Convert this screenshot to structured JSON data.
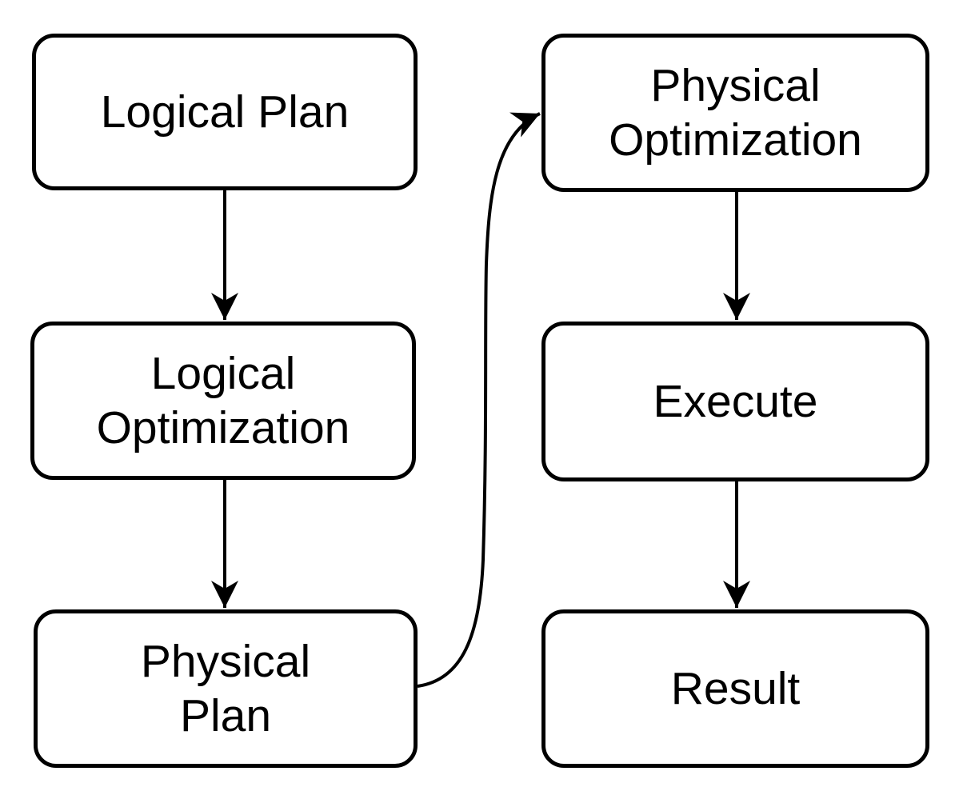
{
  "diagram": {
    "type": "flowchart",
    "background": "#ffffff",
    "stroke_color": "#000000",
    "node_fill": "#ffffff",
    "text_color": "#000000",
    "nodes": {
      "logical_plan": {
        "label": "Logical Plan"
      },
      "logical_optimization": {
        "label": "Logical\nOptimization"
      },
      "physical_plan": {
        "label": "Physical\nPlan"
      },
      "physical_optimization": {
        "label": "Physical\nOptimization"
      },
      "execute": {
        "label": "Execute"
      },
      "result": {
        "label": "Result"
      }
    },
    "edges": [
      {
        "from": "Logical Plan",
        "to": "Logical Optimization",
        "style": "straight-down"
      },
      {
        "from": "Logical Optimization",
        "to": "Physical Plan",
        "style": "straight-down"
      },
      {
        "from": "Physical Plan",
        "to": "Physical Optimization",
        "style": "curved-up-right"
      },
      {
        "from": "Physical Optimization",
        "to": "Execute",
        "style": "straight-down"
      },
      {
        "from": "Execute",
        "to": "Result",
        "style": "straight-down"
      }
    ]
  }
}
